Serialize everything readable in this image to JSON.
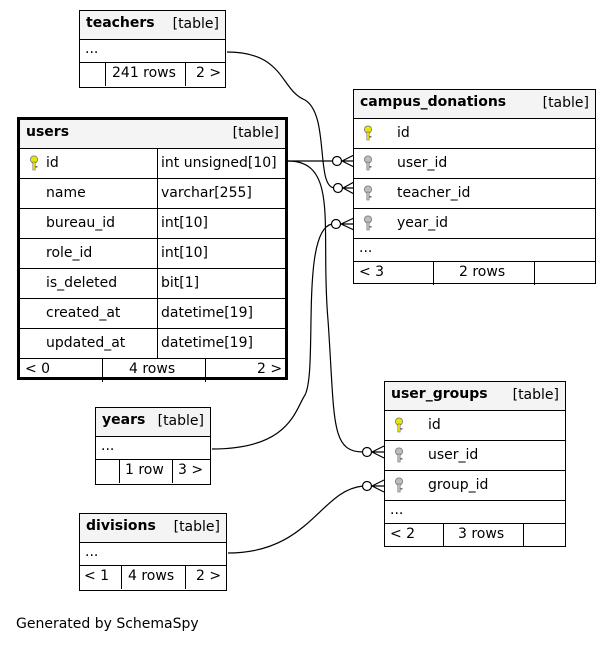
{
  "footer_text": "Generated by SchemaSpy",
  "tag": "[table]",
  "colors": {
    "primary_key": "#e6e600",
    "foreign_key": "#bdbdbd",
    "header_bg": "#f4f4f4"
  },
  "teachers": {
    "name": "teachers",
    "ellipsis": "...",
    "rows": "241 rows",
    "next": "2 >"
  },
  "users": {
    "name": "users",
    "columns": [
      {
        "name": "id",
        "type": "int unsigned[10]"
      },
      {
        "name": "name",
        "type": "varchar[255]"
      },
      {
        "name": "bureau_id",
        "type": "int[10]"
      },
      {
        "name": "role_id",
        "type": "int[10]"
      },
      {
        "name": "is_deleted",
        "type": "bit[1]"
      },
      {
        "name": "created_at",
        "type": "datetime[19]"
      },
      {
        "name": "updated_at",
        "type": "datetime[19]"
      }
    ],
    "prev": "< 0",
    "rows": "4 rows",
    "next": "2 >"
  },
  "campus_donations": {
    "name": "campus_donations",
    "columns": [
      "id",
      "user_id",
      "teacher_id",
      "year_id"
    ],
    "ellipsis": "...",
    "prev": "< 3",
    "rows": "2 rows"
  },
  "years": {
    "name": "years",
    "ellipsis": "...",
    "rows": "1 row",
    "next": "3 >"
  },
  "user_groups": {
    "name": "user_groups",
    "columns": [
      "id",
      "user_id",
      "group_id"
    ],
    "ellipsis": "...",
    "prev": "< 2",
    "rows": "3 rows"
  },
  "divisions": {
    "name": "divisions",
    "ellipsis": "...",
    "prev": "< 1",
    "rows": "4 rows",
    "next": "2 >"
  }
}
